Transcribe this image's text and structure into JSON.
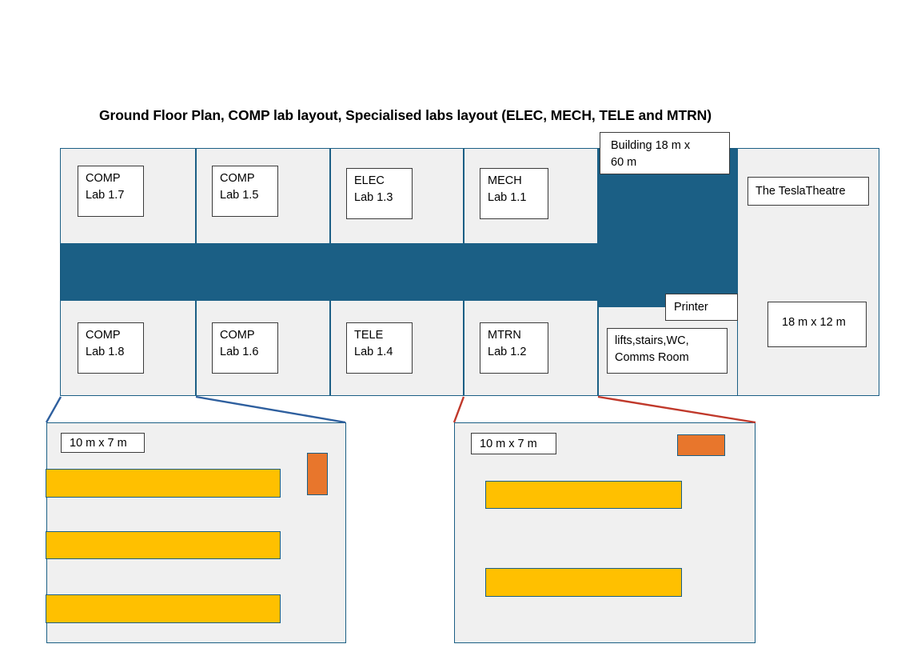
{
  "diagram": {
    "title": "Ground Floor Plan, COMP lab layout, Specialised labs layout (ELEC, MECH, TELE and MTRN)",
    "colors": {
      "corridor": "#1b5f85",
      "room_fill": "#f0f0f0",
      "bench": "#ffc000",
      "teacher_desk": "#e8762c",
      "leader_blue": "#2e5f9e",
      "leader_red": "#c0392b"
    }
  },
  "floor_plan": {
    "building_note": "Building 18 m x\n60 m",
    "building_note_line1": "Building 18 m x",
    "building_note_line2": "60 m",
    "top_row": [
      {
        "label_line1": "COMP",
        "label_line2": "Lab 1.7",
        "name": "comp-lab-1-7"
      },
      {
        "label_line1": "COMP",
        "label_line2": "Lab 1.5",
        "name": "comp-lab-1-5"
      },
      {
        "label_line1": "ELEC",
        "label_line2": "Lab 1.3",
        "name": "elec-lab-1-3"
      },
      {
        "label_line1": "MECH",
        "label_line2": "Lab 1.1",
        "name": "mech-lab-1-1"
      }
    ],
    "bottom_row": [
      {
        "label_line1": "COMP",
        "label_line2": "Lab 1.8",
        "name": "comp-lab-1-8"
      },
      {
        "label_line1": "COMP",
        "label_line2": "Lab 1.6",
        "name": "comp-lab-1-6"
      },
      {
        "label_line1": "TELE",
        "label_line2": "Lab 1.4",
        "name": "tele-lab-1-4"
      },
      {
        "label_line1": "MTRN",
        "label_line2": "Lab 1.2",
        "name": "mtrn-lab-1-2"
      }
    ],
    "services": {
      "printer_label": "Printer",
      "lifts_line1": "lifts,stairs,WC,",
      "lifts_line2": "Comms Room"
    },
    "theatre": {
      "name_label": "The TeslaTheatre",
      "dimension_label": "18 m x 12 m"
    }
  },
  "detail_panels": [
    {
      "name": "comp-lab-detail",
      "dimension_label": "10 m x 7 m",
      "bench_count": 3,
      "desk_orientation": "vertical",
      "linked_room": "COMP Lab 1.8",
      "leader_color": "#2e5f9e"
    },
    {
      "name": "specialised-lab-detail",
      "dimension_label": "10 m x 7 m",
      "bench_count": 2,
      "desk_orientation": "horizontal",
      "linked_room": "MTRN Lab 1.2",
      "leader_color": "#c0392b"
    }
  ]
}
